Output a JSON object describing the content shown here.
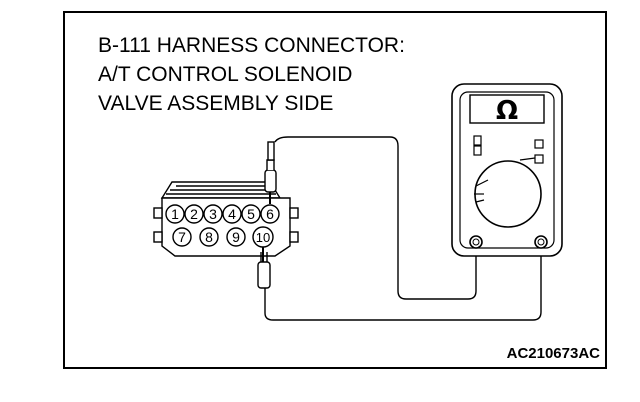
{
  "title": {
    "line1": "B-111 HARNESS CONNECTOR:",
    "line2": "A/T CONTROL SOLENOID",
    "line3": "VALVE ASSEMBLY SIDE"
  },
  "figure_code": "AC210673AC",
  "connector": {
    "top_row_pins": [
      "1",
      "2",
      "3",
      "4",
      "5",
      "6"
    ],
    "bottom_row_pins": [
      "7",
      "8",
      "9",
      "10"
    ]
  },
  "meter": {
    "display_symbol": "Ω",
    "icon": "ohmmeter-icon"
  },
  "probes": [
    "6",
    "10"
  ]
}
